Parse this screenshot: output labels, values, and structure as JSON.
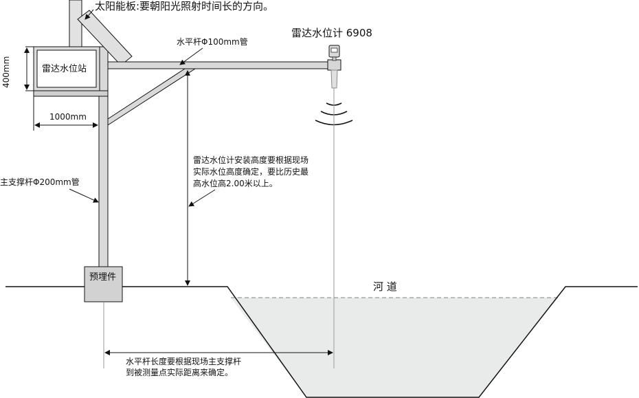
{
  "labels": {
    "solar_panel": "太阳能板:要朝阳光照射时间长的方向。",
    "horizontal_pole": "水平杆Φ100mm管",
    "radar_gauge": "雷达水位计 6908",
    "station": "雷达水位站",
    "dim_height": "400mm",
    "dim_width": "1000mm",
    "main_pole": "主支撑杆Φ200mm管",
    "install_note": "雷达水位计安装高度要根据现场\n实际水位高度确定，要比历史最\n高水位高2.00米以上。",
    "embedded_part": "预埋件",
    "river": "河 道",
    "length_note": "水平杆长度要根据现场主支撑杆\n到被测量点实际距离来确定。"
  }
}
